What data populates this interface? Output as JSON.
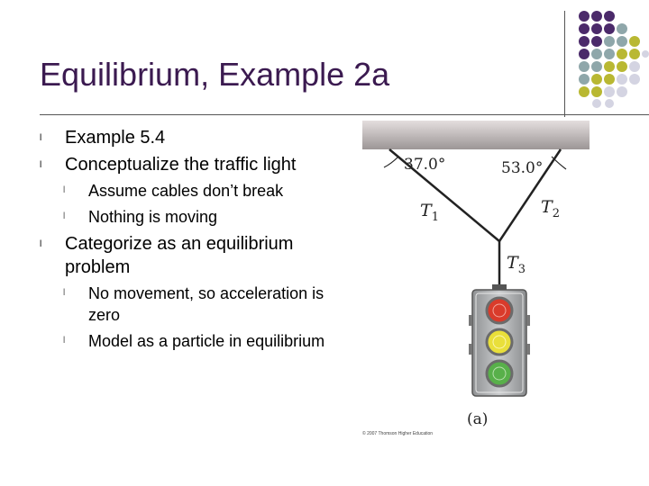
{
  "slide": {
    "title": "Equilibrium, Example 2a",
    "bullet_glyph": "l",
    "bullets": {
      "b1": "Example 5.4",
      "b2": "Conceptualize the traffic light",
      "b2_sub1": "Assume cables don’t break",
      "b2_sub2": "Nothing is moving",
      "b3": "Categorize as an equilibrium problem",
      "b3_sub1": "No movement, so acceleration is zero",
      "b3_sub2": "Model as a particle in equilibrium"
    }
  },
  "figure": {
    "angle_left": "37.0°",
    "angle_right": "53.0°",
    "tension_1": "T",
    "tension_1_sub": "1",
    "tension_2": "T",
    "tension_2_sub": "2",
    "tension_3": "T",
    "tension_3_sub": "3",
    "caption": "(a)",
    "copyright": "© 2007 Thomson Higher Education"
  },
  "colors": {
    "title": "#3b1a50",
    "dot_purple": "#4b2a6a",
    "dot_teal": "#8fa7aa",
    "dot_olive": "#b9b832",
    "dot_gray": "#d4d4e2",
    "light_red": "#d93b2b",
    "light_yellow": "#e9df3a",
    "light_green": "#58b04a"
  }
}
